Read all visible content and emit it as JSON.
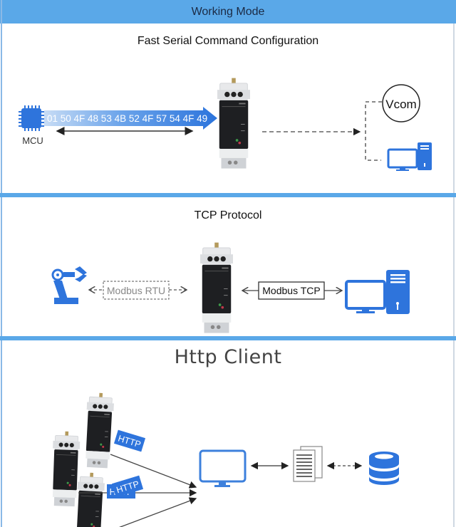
{
  "header": {
    "title": "Working Mode"
  },
  "colors": {
    "accent": "#5aa8e8",
    "icon_blue": "#2e74dc",
    "device_body": "#e9eaec",
    "device_panel": "#1e1f22"
  },
  "sections": [
    {
      "title": "Fast Serial Command Configuration",
      "source_label": "MCU",
      "hex_stream": "01 50 4F 48 53 4B 52 4F 57 54 4F 49",
      "targets": [
        "Vcom",
        "computer-icon"
      ]
    },
    {
      "title": "TCP Protocol",
      "left_label": "Modbus RTU",
      "right_label": "Modbus TCP",
      "left_device": "robot-arm-icon",
      "right_device": "computer-icon"
    },
    {
      "title": "Http Client",
      "links": [
        {
          "label": "HTTP"
        },
        {
          "label": "HTTP"
        },
        {
          "label": "HTTP"
        }
      ],
      "chain": [
        "monitor-icon",
        "documents-icon",
        "database-icon"
      ]
    }
  ]
}
